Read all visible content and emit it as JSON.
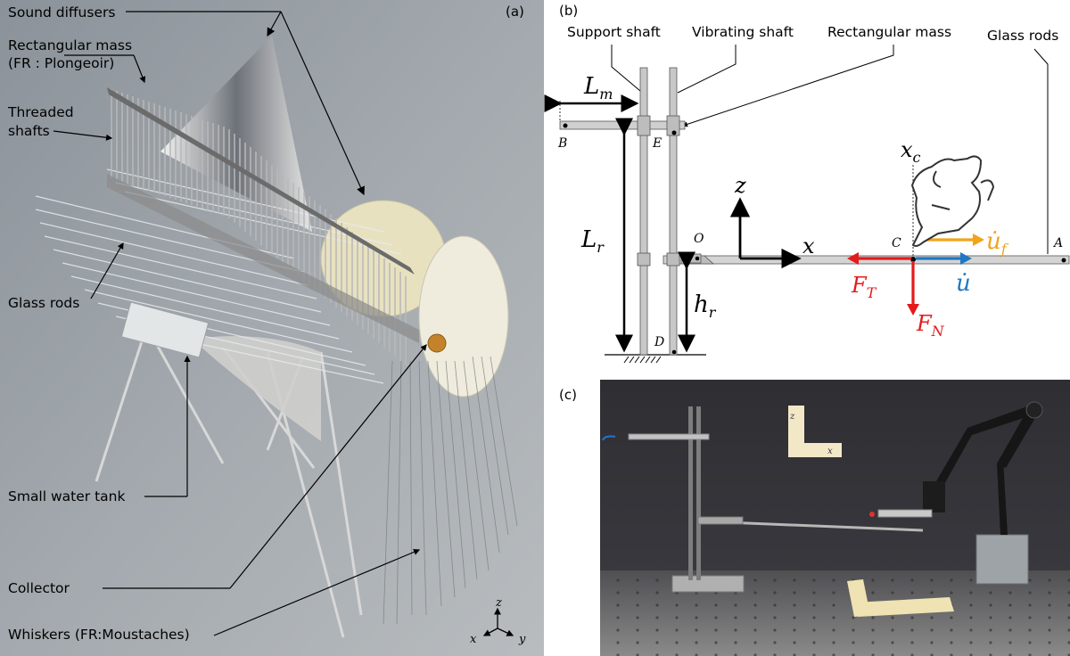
{
  "panel_a": {
    "letter": "(a)",
    "labels": {
      "sound_diffusers": "Sound diffusers",
      "rect_mass_1": "Rectangular mass",
      "rect_mass_2": "(FR : Plongeoir)",
      "threaded_1": "Threaded",
      "threaded_2": "shafts",
      "glass_rods": "Glass rods",
      "water_tank": "Small water tank",
      "collector": "Collector",
      "whiskers": "Whiskers (FR:Moustaches)"
    },
    "axes": {
      "z": "z",
      "x": "x",
      "y": "y"
    }
  },
  "panel_b": {
    "letter": "(b)",
    "labels": {
      "support_shaft": "Support shaft",
      "vibrating_shaft": "Vibrating shaft",
      "rect_mass": "Rectangular mass",
      "glass_rods": "Glass rods"
    },
    "symbols": {
      "Lm_main": "L",
      "Lm_sub": "m",
      "Lr_main": "L",
      "Lr_sub": "r",
      "hr_main": "h",
      "hr_sub": "r",
      "xc_main": "x",
      "xc_sub": "c",
      "FT_main": "F",
      "FT_sub": "T",
      "FN_main": "F",
      "FN_sub": "N",
      "u": "u̇",
      "uf_main": "u̇",
      "uf_sub": "f",
      "z": "z",
      "x": "x"
    },
    "points": {
      "B": "B",
      "E": "E",
      "O": "O",
      "C": "C",
      "A": "A",
      "D": "D"
    },
    "colors": {
      "FT": "#e41a1c",
      "FN": "#e41a1c",
      "u": "#1f78c4",
      "uf": "#f0a41a"
    }
  },
  "panel_c": {
    "letter": "(c)",
    "tape_labels": {
      "z": "z",
      "x": "x"
    }
  }
}
